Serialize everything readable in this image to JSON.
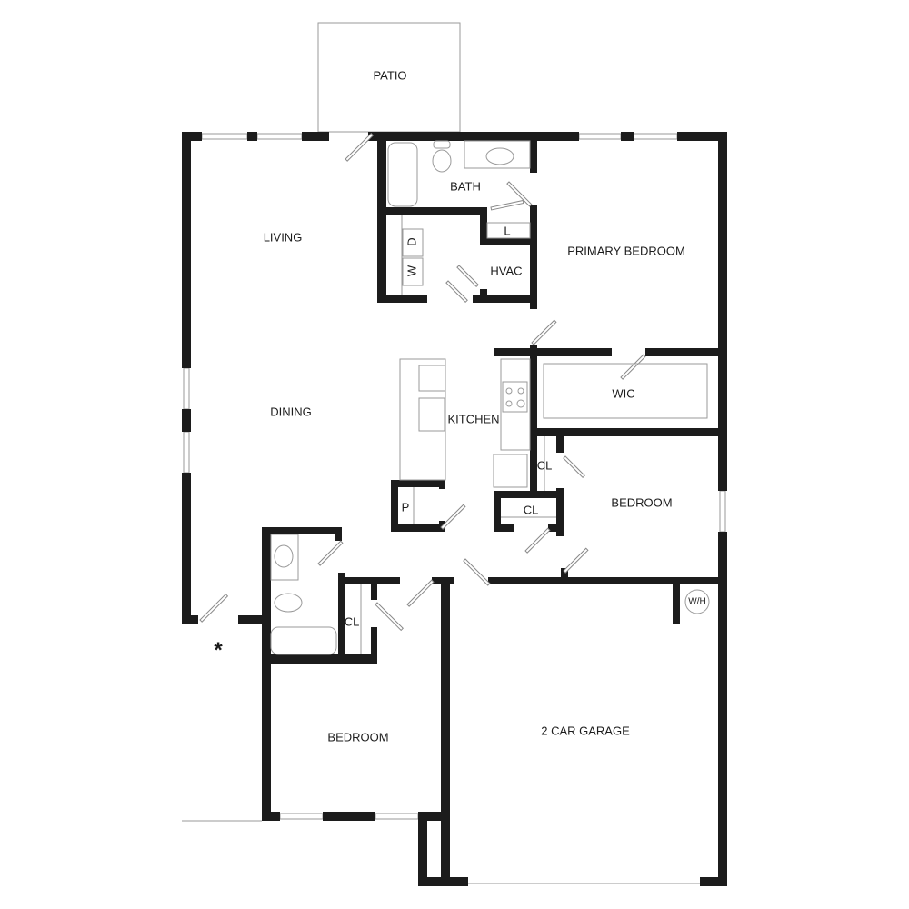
{
  "rooms": {
    "patio": "PATIO",
    "bath": "BATH",
    "living": "LIVING",
    "primary_bedroom": "PRIMARY BEDROOM",
    "linen": "L",
    "hvac": "HVAC",
    "dryer": "D",
    "washer": "W",
    "dining": "DINING",
    "kitchen": "KITCHEN",
    "wic": "WIC",
    "closet_1": "CL",
    "closet_2": "CL",
    "bedroom_right": "BEDROOM",
    "pantry": "P",
    "water_heater": "W/H",
    "closet_3": "CL",
    "bedroom_left": "BEDROOM",
    "garage": "2 CAR GARAGE"
  },
  "entry_marker": "*"
}
